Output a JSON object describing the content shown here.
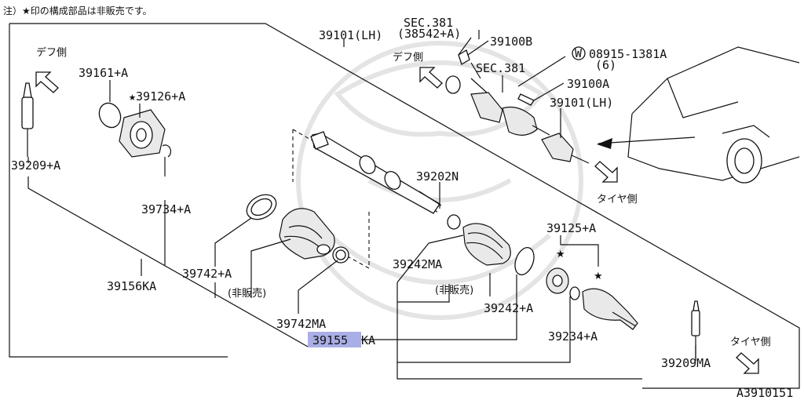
{
  "note": "注）★印の構成部品は非販売です。",
  "figure_id": "A3910151",
  "directions": {
    "diff_left": "デフ側",
    "diff_mid": "デフ側",
    "tire_mid": "タイヤ側",
    "tire_right": "タイヤ側"
  },
  "labels": {
    "p39161": "39161+A",
    "p39126": "★39126+A",
    "p39209a": "39209+A",
    "p39734": "39734+A",
    "p39742a": "39742+A",
    "nonsale1": "(非販売)",
    "p39156": "39156KA",
    "p39742ma": "39742MA",
    "p39155_hl": "39155",
    "p39155_tail": "KA",
    "p39101lh_top": "39101(LH)",
    "sec381a": "SEC.381",
    "p38542": "(38542+A)",
    "p39100b": "39100B",
    "p08915": "08915-1381A",
    "p08915_qty": "(6)",
    "p08915_mark": "W",
    "sec381b": "SEC.381",
    "p39100a": "39100A",
    "p39101lh": "39101(LH)",
    "p39202n": "39202N",
    "p39242ma": "39242MA",
    "nonsale2": "(非販売)",
    "p39242a": "39242+A",
    "p39125": "39125+A",
    "p39234": "39234+A",
    "p39209ma": "39209MA",
    "star": "★"
  },
  "colors": {
    "highlight": "#a9aee6",
    "line": "#111111",
    "watermark": "#e4e4e4"
  }
}
